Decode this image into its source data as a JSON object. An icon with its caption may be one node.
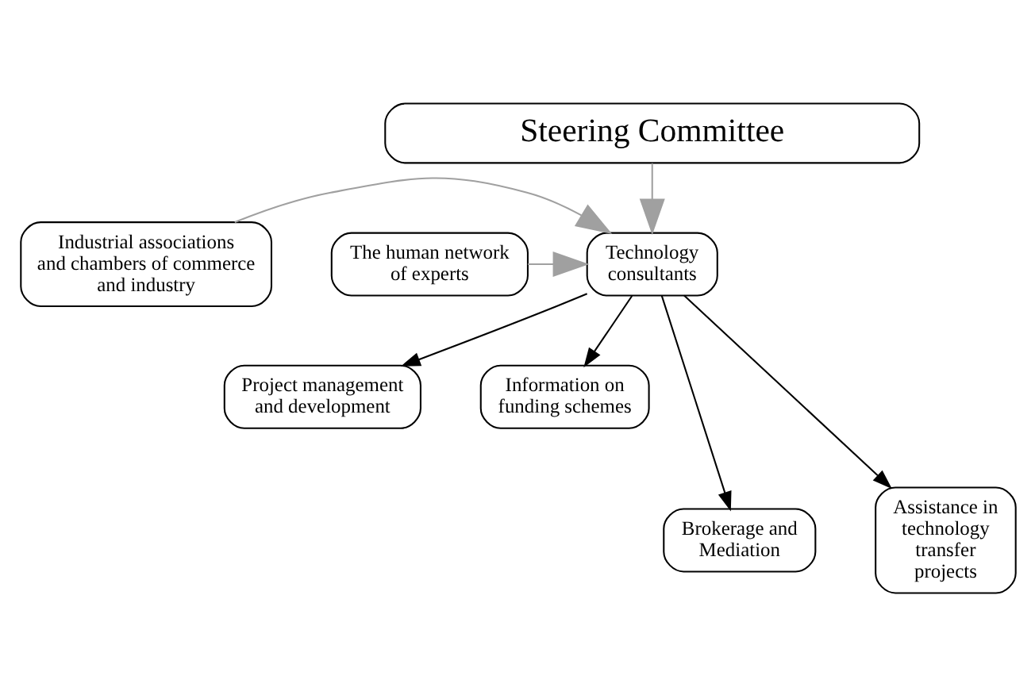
{
  "diagram": {
    "nodes": [
      {
        "text": [
          "Steering Committee"
        ]
      },
      {
        "text": [
          "Industrial associations and chambers of commerce and industry"
        ]
      },
      {
        "text": [
          "Technology consultants"
        ]
      },
      {
        "text": [
          "The human network of experts"
        ]
      },
      {
        "text": [
          "Project management and development"
        ]
      },
      {
        "text": [
          "Information on funding schemes"
        ]
      },
      {
        "text": [
          "Brokerage and Mediation"
        ]
      },
      {
        "text": [
          "Assistance in technology transfer projects"
        ]
      }
    ],
    "edges": [
      {
        "from": 0,
        "to": 2,
        "arrow": "to",
        "color": "#a0a0a0"
      },
      {
        "from": 1,
        "to": 2,
        "arrow": "to",
        "color": "#a0a0a0"
      },
      {
        "from": 3,
        "to": 2,
        "arrow": "to",
        "color": "#a0a0a0"
      },
      {
        "from": 2,
        "to": 4,
        "arrow": "to"
      },
      {
        "from": 2,
        "to": 5,
        "arrow": "to"
      },
      {
        "from": 2,
        "to": 6,
        "arrow": "to"
      },
      {
        "from": 2,
        "to": 7,
        "arrow": "to"
      }
    ]
  }
}
